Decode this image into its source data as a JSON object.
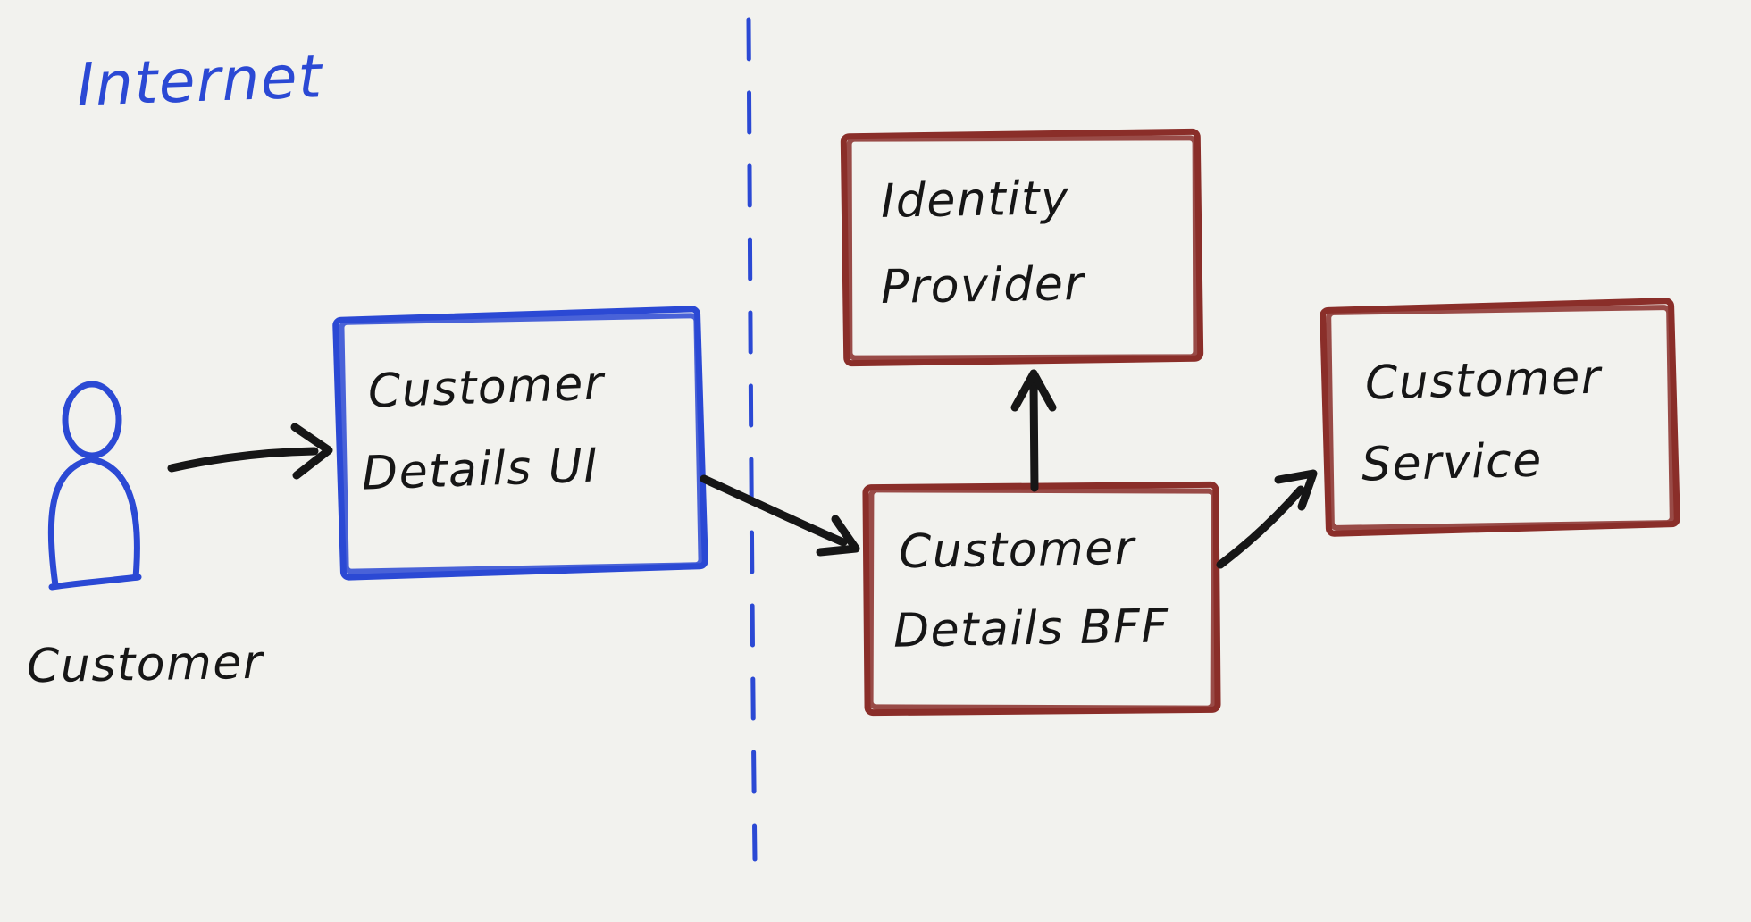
{
  "canvas": {
    "background": "#f2f2ee",
    "ink_black": "#161616",
    "ink_blue": "#2b49d4",
    "ink_maroon": "#8a2e29"
  },
  "zones": {
    "internet_label": "Internet"
  },
  "actors": {
    "customer": {
      "label": "Customer"
    }
  },
  "nodes": {
    "customer_details_ui": {
      "line1": "Customer",
      "line2": "Details UI",
      "color": "#2b49d4"
    },
    "identity_provider": {
      "line1": "Identity",
      "line2": "Provider",
      "color": "#8a2e29"
    },
    "customer_details_bff": {
      "line1": "Customer",
      "line2": "Details BFF",
      "color": "#8a2e29"
    },
    "customer_service": {
      "line1": "Customer",
      "line2": "Service",
      "color": "#8a2e29"
    }
  },
  "edges": [
    {
      "from": "customer",
      "to": "customer_details_ui"
    },
    {
      "from": "customer_details_ui",
      "to": "customer_details_bff"
    },
    {
      "from": "customer_details_bff",
      "to": "identity_provider"
    },
    {
      "from": "customer_details_bff",
      "to": "customer_service"
    }
  ]
}
